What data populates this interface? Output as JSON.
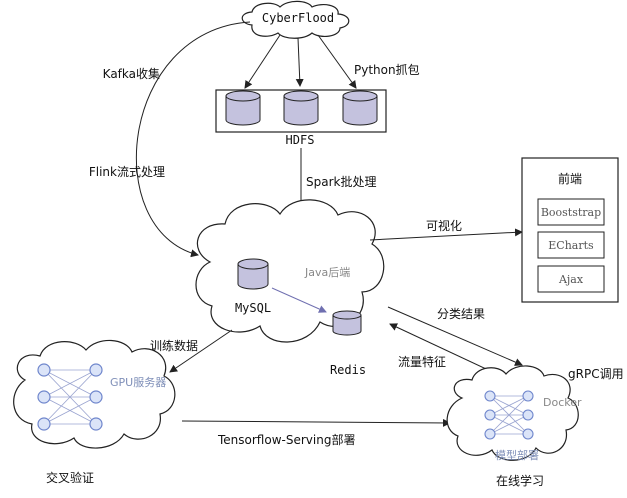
{
  "nodes": {
    "source": "CyberFlood",
    "hdfs": "HDFS",
    "mysql": "MySQL",
    "redis": "Redis",
    "backend": "Java后端",
    "gpu": "GPU服务器",
    "cross_val": "交叉验证",
    "docker": "Docker",
    "model_deploy": "模型部署",
    "online": "在线学习"
  },
  "frontend": {
    "title": "前端",
    "items": [
      "Booststrap",
      "ECharts",
      "Ajax"
    ]
  },
  "edges": {
    "kafka": "Kafka收集",
    "python": "Python抓包",
    "flink": "Flink流式处理",
    "spark": "Spark批处理",
    "viz": "可视化",
    "classify": "分类结果",
    "traffic": "流量特征",
    "train": "训练数据",
    "grpc": "gRPC调用",
    "tfserving": "Tensorflow-Serving部署"
  },
  "colors": {
    "db_fill": "#c4c2de",
    "node_fill": "#dbe4f8",
    "node_stroke": "#6f86cc",
    "nn_line": "#9aa4d0"
  }
}
